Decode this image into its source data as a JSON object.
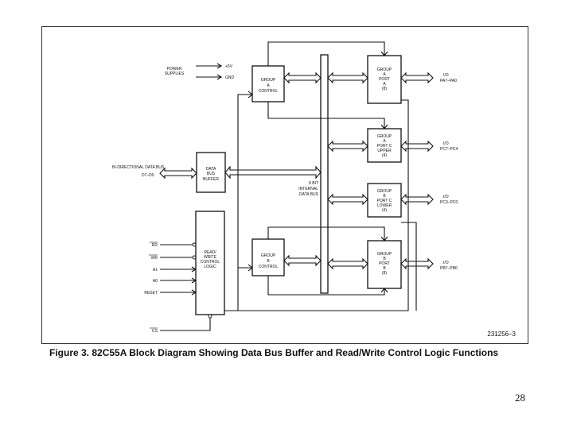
{
  "figure": {
    "caption": "Figure 3. 82C55A Block Diagram Showing Data Bus Buffer and Read/Write Control Logic Functions",
    "code": "231256–3"
  },
  "page_number": "28",
  "power_supplies": {
    "label_line1": "POWER",
    "label_line2": "SUPPLIES",
    "plus5v": "+5V",
    "gnd": "GND"
  },
  "bidirectional": {
    "label": "BI-DIRECTIONAL DATA BUS",
    "pins": "D7–D0"
  },
  "internal_bus": {
    "line1": "8 BIT",
    "line2": "INTERNAL",
    "line3": "DATA BUS"
  },
  "blocks": {
    "group_a_control": [
      "GROUP",
      "A",
      "CONTROL"
    ],
    "group_b_control": [
      "GROUP",
      "B",
      "CONTROL"
    ],
    "data_bus_buffer": [
      "DATA",
      "BUS",
      "BUFFER"
    ],
    "read_write_logic": [
      "READ/",
      "WRITE",
      "CONTROL",
      "LOGIC"
    ],
    "group_a_port_a": [
      "GROUP",
      "A",
      "PORT",
      "A",
      "(8)"
    ],
    "group_a_port_c_upper": [
      "GROUP",
      "A",
      "PORT C",
      "UPPER",
      "(4)"
    ],
    "group_b_port_c_lower": [
      "GROUP",
      "B",
      "PORT C",
      "LOWER",
      "(4)"
    ],
    "group_b_port_b": [
      "GROUP",
      "B",
      "PORT",
      "B",
      "(8)"
    ]
  },
  "control_inputs": [
    "RD",
    "WR",
    "A1",
    "A0",
    "RESET"
  ],
  "chip_select": "CS",
  "io_ports": [
    {
      "io": "I/O",
      "pins": "PA7–PA0"
    },
    {
      "io": "I/O",
      "pins": "PC7–PC4"
    },
    {
      "io": "I/O",
      "pins": "PC3–PC0"
    },
    {
      "io": "I/O",
      "pins": "PB7–PB0"
    }
  ]
}
